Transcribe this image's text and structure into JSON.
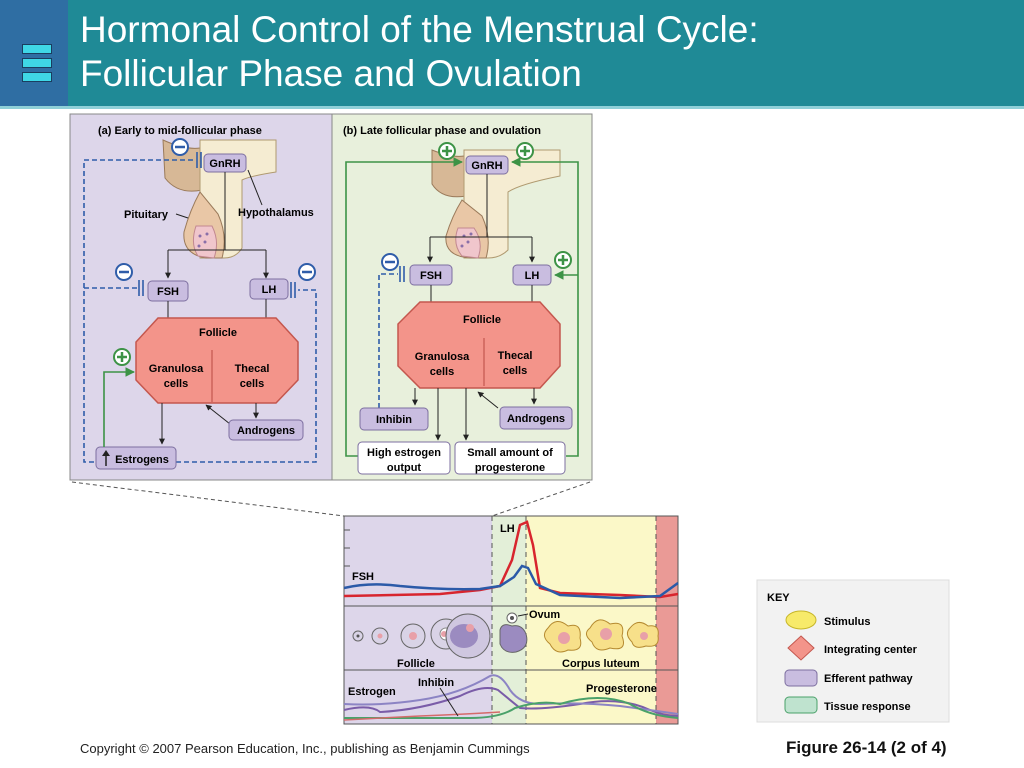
{
  "slide": {
    "title_line1": "Hormonal Control of the Menstrual Cycle:",
    "title_line2": "Follicular Phase and Ovulation",
    "copyright": "Copyright © 2007 Pearson Education, Inc., publishing as Benjamin Cummings",
    "figure": "Figure 26-14 (2 of 4)"
  },
  "panel_a": {
    "label": "(a)  Early to mid-follicular phase",
    "gnrh": "GnRH",
    "pituitary": "Pituitary",
    "hypothalamus": "Hypothalamus",
    "fsh": "FSH",
    "lh": "LH",
    "follicle": "Follicle",
    "granulosa_1": "Granulosa",
    "granulosa_2": "cells",
    "thecal_1": "Thecal",
    "thecal_2": "cells",
    "androgens": "Androgens",
    "estrogens": "Estrogens"
  },
  "panel_b": {
    "label": "(b)  Late follicular phase and ovulation",
    "gnrh": "GnRH",
    "fsh": "FSH",
    "lh": "LH",
    "follicle": "Follicle",
    "granulosa_1": "Granulosa",
    "granulosa_2": "cells",
    "thecal_1": "Thecal",
    "thecal_2": "cells",
    "inhibin": "Inhibin",
    "androgens": "Androgens",
    "high_estrogen_1": "High estrogen",
    "high_estrogen_2": "output",
    "small_prog_1": "Small amount of",
    "small_prog_2": "progesterone"
  },
  "cycle_graph": {
    "lh": "LH",
    "fsh": "FSH",
    "ovum": "Ovum",
    "follicle": "Follicle",
    "corpus_luteum": "Corpus luteum",
    "inhibin": "Inhibin",
    "estrogen": "Estrogen",
    "progesterone": "Progesterone"
  },
  "key": {
    "title": "KEY",
    "items": [
      {
        "label": "Stimulus",
        "color": "#f7ea6a"
      },
      {
        "label": "Integrating center",
        "color": "#f3948a"
      },
      {
        "label": "Efferent pathway",
        "color": "#c9bde0"
      },
      {
        "label": "Tissue response",
        "color": "#bfe3cf"
      }
    ]
  },
  "colors": {
    "header": "#1f8a96",
    "panel_a_bg": "#ddd6ea",
    "panel_b_bg": "#e8f0dc",
    "lh_line": "#d8252e",
    "fsh_line": "#2b5aa8",
    "inhibitory": "#2f5da9",
    "stimulatory": "#3d9346"
  }
}
